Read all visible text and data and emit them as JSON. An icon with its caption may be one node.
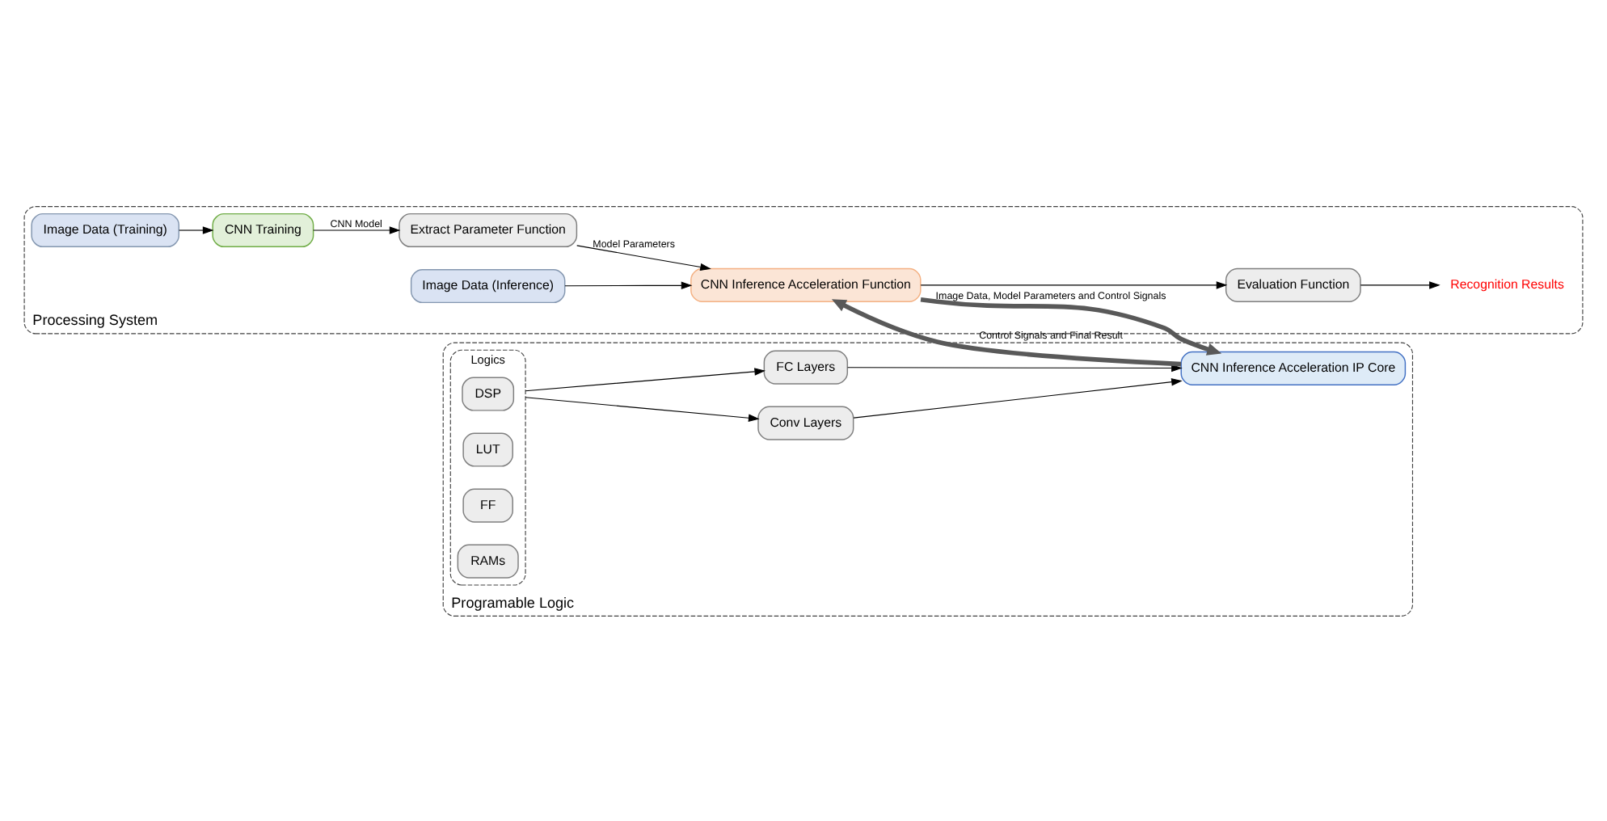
{
  "diagram": {
    "nodes": [
      {
        "text": [
          "Processing System"
        ]
      },
      {
        "text": [
          "Image Data (Training)"
        ],
        "in": 0
      },
      {
        "text": [
          "CNN Training"
        ],
        "in": 0
      },
      {
        "text": [
          "Extract Parameter Function"
        ],
        "in": 0
      },
      {
        "text": [
          "Image Data (Inference)"
        ],
        "in": 0
      },
      {
        "text": [
          "CNN Inference Acceleration Function"
        ],
        "in": 0
      },
      {
        "text": [
          "Evaluation Function"
        ],
        "in": 0
      },
      {
        "text": [
          "Recognition Results"
        ],
        "in": 0
      },
      {
        "text": [
          "Programable Logic"
        ]
      },
      {
        "text": [
          "Logics"
        ],
        "in": 8
      },
      {
        "text": [
          "DSP"
        ],
        "in": 9
      },
      {
        "text": [
          "LUT"
        ],
        "in": 9
      },
      {
        "text": [
          "FF"
        ],
        "in": 9
      },
      {
        "text": [
          "RAMs"
        ],
        "in": 9
      },
      {
        "text": [
          "Conv Layers"
        ],
        "in": 8
      },
      {
        "text": [
          "FC Layers"
        ],
        "in": 8
      },
      {
        "text": [
          "CNN Inference Acceleration IP Core"
        ],
        "in": 8
      }
    ],
    "edges": [
      {
        "from": 1,
        "to": 2,
        "arrow": "to"
      },
      {
        "from": 2,
        "to": 3,
        "arrow": "to",
        "label": "CNN Model"
      },
      {
        "from": 3,
        "to": 5,
        "arrow": "to",
        "label": "Model Parameters"
      },
      {
        "from": 4,
        "to": 5,
        "arrow": "to"
      },
      {
        "from": 5,
        "to": 6,
        "arrow": "to"
      },
      {
        "from": 6,
        "to": 7,
        "arrow": "to"
      },
      {
        "from": 5,
        "to": 16,
        "arrow": "to",
        "label": "Image Data, Model Parameters and Control Signals",
        "style": "thick",
        "color": "#595959"
      },
      {
        "from": 16,
        "to": 5,
        "arrow": "to",
        "label": "Control Signals and Final Result",
        "style": "thick",
        "color": "#595959"
      },
      {
        "from": 9,
        "to": 14,
        "arrow": "to"
      },
      {
        "from": 9,
        "to": 15,
        "arrow": "to"
      },
      {
        "from": 14,
        "to": 16,
        "arrow": "to"
      },
      {
        "from": 15,
        "to": 16,
        "arrow": "to"
      }
    ]
  }
}
